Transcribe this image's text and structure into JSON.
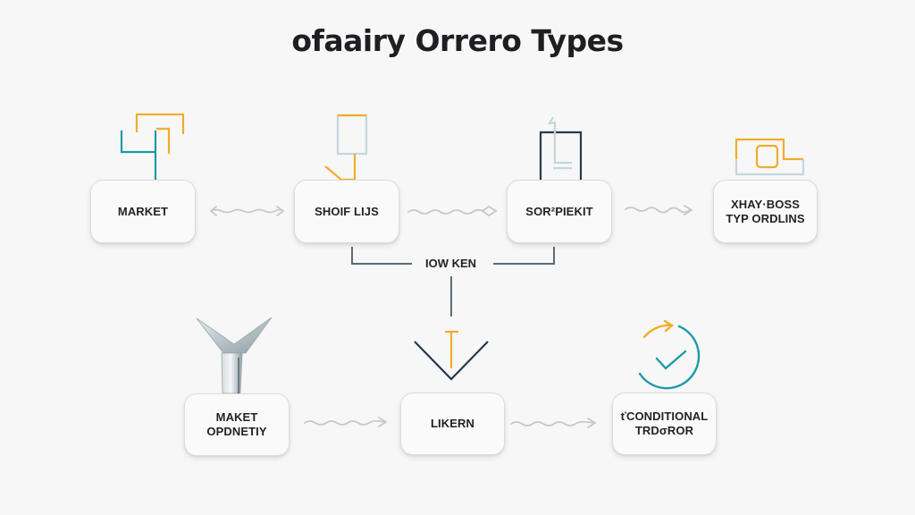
{
  "title": "ofaairy Orrero Types",
  "colors": {
    "background": "#f7f7f7",
    "teal": "#1f9aa6",
    "amber": "#f0ad2a",
    "navy": "#263a4d",
    "light_blue": "#c3d6dd",
    "connector_gray": "#c8c8c8",
    "silver": "#b9c4c8"
  },
  "top_row": [
    {
      "id": "market",
      "lines": [
        "MARKET"
      ],
      "icon": "branch-bracket-icon"
    },
    {
      "id": "shoif-lijs",
      "lines": [
        "SHOIF LIJS"
      ],
      "icon": "signpost-card-icon"
    },
    {
      "id": "sorspiekit",
      "lines": [
        "SOR²PIEKIT"
      ],
      "icon": "door-frame-icon"
    },
    {
      "id": "xhay-boss",
      "lines": [
        "XHAY·BOSS",
        "TYP ORDLINS"
      ],
      "icon": "folder-square-icon"
    }
  ],
  "junction": {
    "label": "IOW KEN"
  },
  "bottom_row": [
    {
      "id": "maket-opdnetiy",
      "lines": [
        "MAKET",
        "OPDNETIY"
      ],
      "icon": "funnel-y-icon"
    },
    {
      "id": "likern",
      "lines": [
        "LIKERN"
      ],
      "icon": "down-chevron-marker-icon"
    },
    {
      "id": "conditional-trdoror",
      "lines": [
        "ťCONDITIONAL",
        "TRDσROR"
      ],
      "icon": "refresh-check-icon"
    }
  ],
  "connectors": [
    {
      "from": "market",
      "to": "shoif-lijs",
      "style": "bidirectional-wavy"
    },
    {
      "from": "shoif-lijs",
      "to": "sorspiekit",
      "style": "wavy-diamond-end"
    },
    {
      "from": "sorspiekit",
      "to": "xhay-boss",
      "style": "wavy-arrow"
    },
    {
      "from": "shoif-lijs",
      "to": "junction",
      "style": "elbow"
    },
    {
      "from": "sorspiekit",
      "to": "junction",
      "style": "elbow"
    },
    {
      "from": "junction",
      "to": "likern",
      "style": "straight-down"
    },
    {
      "from": "maket-opdnetiy",
      "to": "likern",
      "style": "wavy-arrow"
    },
    {
      "from": "likern",
      "to": "conditional-trdoror",
      "style": "wavy-arrow"
    }
  ]
}
